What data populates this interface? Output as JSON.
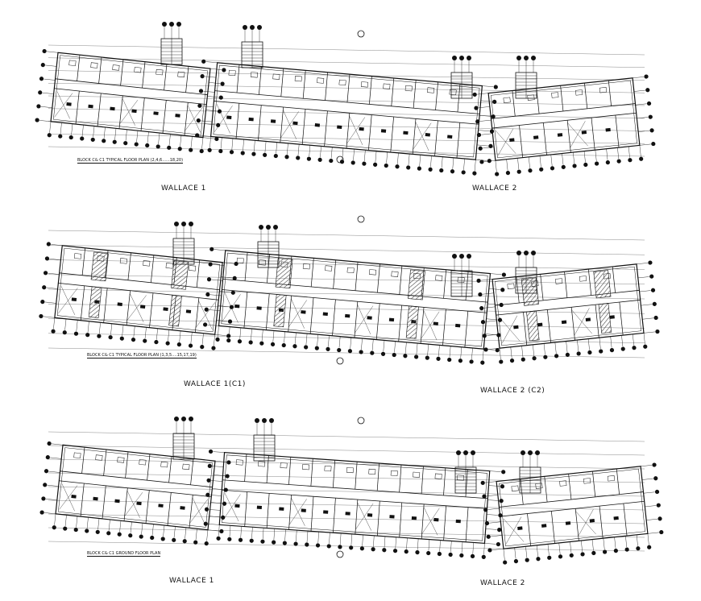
{
  "plans": [
    {
      "id": "typical-even",
      "caption": "BLOCK C& C1 TYPICAL FLOOR PLAN (2,4,6......18,20)",
      "wing_left": "WALLACE 1",
      "wing_right": "WALLACE 2",
      "hatched": false
    },
    {
      "id": "typical-odd",
      "caption": "BLOCK C& C1 TYPICAL FLOOR PLAN (1,3,5....15,17,19)",
      "wing_left": "WALLACE 1(C1)",
      "wing_right": "WALLACE 2 (C2)",
      "hatched": true
    },
    {
      "id": "ground",
      "caption": "BLOCK C& C1 GROUND FLOOR PLAN",
      "wing_left": "WALLACE 1",
      "wing_right": "WALLACE 2",
      "hatched": false
    }
  ],
  "colors": {
    "line": "#111111",
    "hatch": "#555555",
    "background": "#ffffff"
  }
}
